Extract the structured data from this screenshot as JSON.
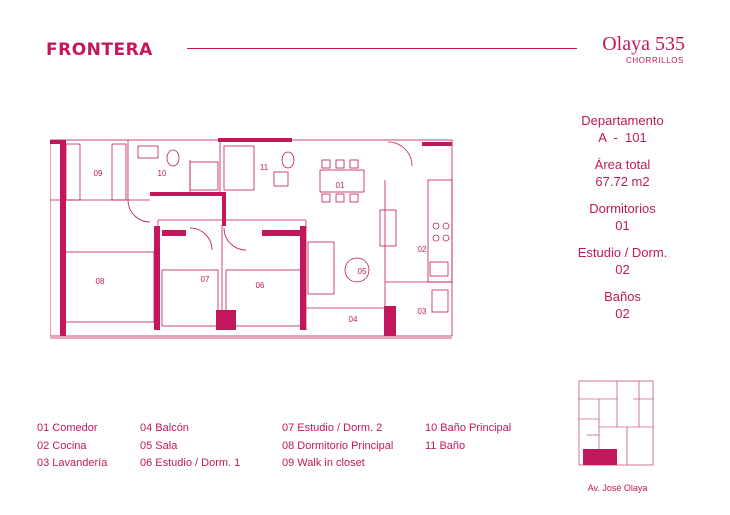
{
  "header": {
    "brand": "FRONTERA",
    "project_name": "Olaya 535",
    "project_district": "CHORRILLOS"
  },
  "info": {
    "apartment_label": "Departamento",
    "apartment_value": "A  -  101",
    "area_label": "Área total",
    "area_value": "67.72 m2",
    "bedrooms_label": "Dormitorios",
    "bedrooms_value": "01",
    "study_label": "Estudio / Dorm.",
    "study_value": "02",
    "baths_label": "Baños",
    "baths_value": "02"
  },
  "plan_labels": {
    "r01": "01",
    "r02": "02",
    "r03": "03",
    "r04": "04",
    "r05": "05",
    "r06": "06",
    "r07": "07",
    "r08": "08",
    "r09": "09",
    "r10": "10",
    "r11": "11"
  },
  "legend": {
    "col1": [
      "01 Comedor",
      "02 Cocina",
      "03 Lavandería"
    ],
    "col2": [
      "04 Balcón",
      "05 Sala",
      "06 Estudio / Dorm. 1"
    ],
    "col3": [
      "07 Estudio / Dorm. 2",
      "08 Dormitorio Principal",
      "09 Walk in closet"
    ],
    "col4": [
      "10 Baño Principal",
      "11 Baño"
    ]
  },
  "keyplan": {
    "street": "Av. José Olaya"
  },
  "colors": {
    "brand": "#c2185b"
  }
}
